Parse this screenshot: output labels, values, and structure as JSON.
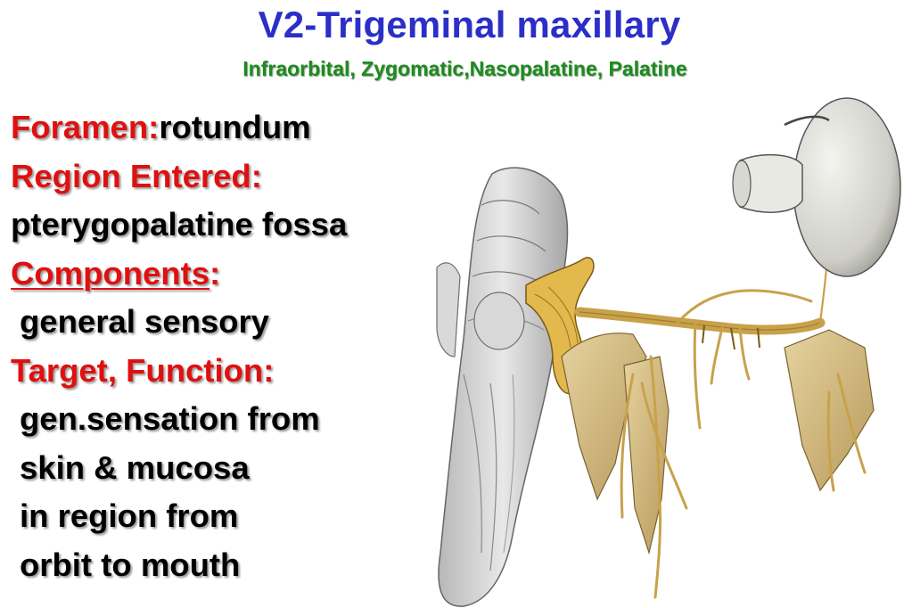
{
  "slide": {
    "title": "V2-Trigeminal maxillary",
    "subtitle": "Infraorbital, Zygomatic,Nasopalatine, Palatine",
    "foramen_label": "Foramen:",
    "foramen_value": "rotundum",
    "region_label": "Region Entered:",
    "region_value": "pterygopalatine fossa",
    "components_label": "Components",
    "components_colon": ":",
    "components_value": "general sensory",
    "target_label": "Target, Function:",
    "target_lines": [
      "gen.sensation from",
      "skin & mucosa",
      "in region from",
      "orbit to mouth"
    ]
  },
  "colors": {
    "title": "#2b2fc7",
    "subtitle": "#1e8a1e",
    "label": "#e01010",
    "text": "#000000",
    "nerve": "#c8a24a",
    "bone": "#d8c08a"
  }
}
